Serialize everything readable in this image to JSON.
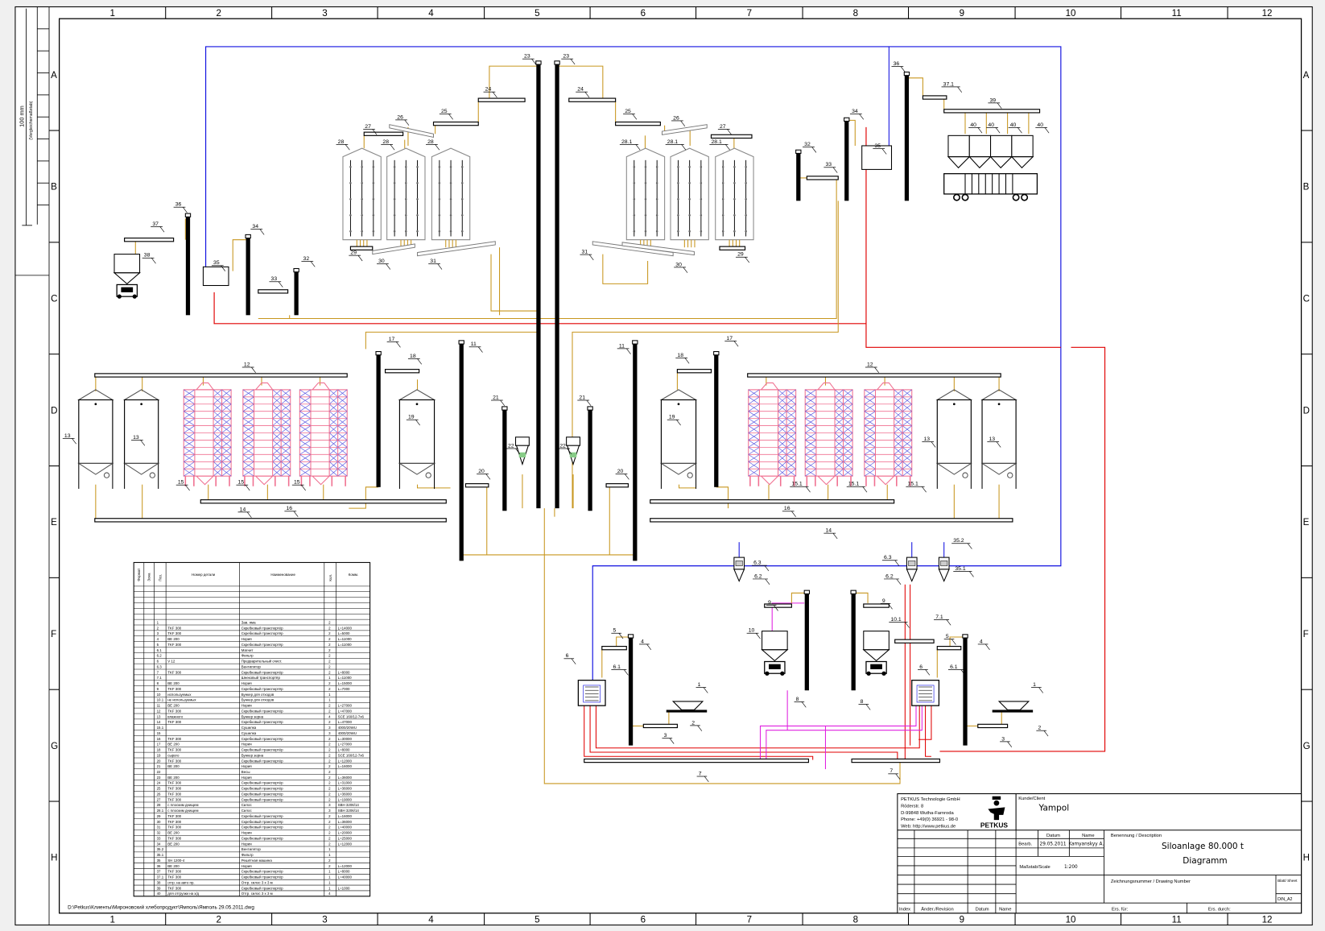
{
  "frame": {
    "columns": [
      "1",
      "2",
      "3",
      "4",
      "5",
      "6",
      "7",
      "8",
      "9",
      "10",
      "11",
      "12"
    ],
    "rows": [
      "A",
      "B",
      "C",
      "D",
      "E",
      "F",
      "G",
      "H"
    ],
    "ruler_label": "100 mm",
    "ruler_sub": "(Vergleichsmaßstab)"
  },
  "colors": {
    "material_flow": "#c8961e",
    "air_red": "#e00000",
    "air_blue": "#1010e0",
    "magenta": "#e020e0",
    "dryer_pink": "#f07090",
    "dryer_cross": "#5050e0"
  },
  "callouts": [
    "23",
    "23",
    "24",
    "25",
    "26",
    "27",
    "28",
    "28",
    "28",
    "29",
    "30",
    "31",
    "24",
    "25",
    "26",
    "27",
    "28.1",
    "28.1",
    "28.1",
    "31",
    "30",
    "29",
    "36",
    "37",
    "38",
    "35",
    "34",
    "33",
    "32",
    "32",
    "33",
    "34",
    "35",
    "36",
    "37.1",
    "39",
    "40",
    "40",
    "40",
    "40",
    "12",
    "12",
    "17",
    "18",
    "11",
    "11",
    "18",
    "17",
    "13",
    "13",
    "13",
    "13",
    "19",
    "19",
    "15",
    "15",
    "15",
    "15.1",
    "15.1",
    "15.1",
    "21",
    "21",
    "22",
    "22",
    "20",
    "20",
    "16",
    "16",
    "14",
    "14",
    "6.3",
    "6.2",
    "6.3",
    "6.2",
    "35.2",
    "35.1",
    "9",
    "9",
    "10",
    "10.1",
    "7.1",
    "5",
    "4",
    "6",
    "6.1",
    "5",
    "4",
    "6",
    "6.1",
    "1",
    "2",
    "3",
    "1",
    "2",
    "3",
    "8",
    "8",
    "7",
    "7"
  ],
  "parts_table": {
    "headers": [
      "Формат",
      "Зона",
      "Поз.",
      "Номер детали",
      "Наименование",
      "Кол.",
      "Комм."
    ],
    "blank_rows": 6,
    "rows": [
      [
        "1",
        "",
        "Зав. яма",
        "2",
        ""
      ],
      [
        "2",
        "TKF 300",
        "Скребковый транспортёр",
        "2",
        "L=14000"
      ],
      [
        "3",
        "TKF 300",
        "Скребковый транспортёр",
        "2",
        "L=5000"
      ],
      [
        "4",
        "BE 200",
        "Нория",
        "2",
        "L=11000"
      ],
      [
        "5",
        "TKF 300",
        "Скребковый транспортёр",
        "2",
        "L=11000"
      ],
      [
        "6.1",
        "",
        "Магнит",
        "2",
        ""
      ],
      [
        "6.2",
        "",
        "Фильтр",
        "2",
        ""
      ],
      [
        "6",
        "V 12",
        "Предварительный очист.",
        "2",
        ""
      ],
      [
        "6.3",
        "",
        "Вентилятор",
        "2",
        ""
      ],
      [
        "7",
        "TKF 300",
        "Скребковый транспортёр",
        "2",
        "L=8000"
      ],
      [
        "7.1",
        "",
        "Шнековый транспортёр",
        "1",
        "L=11000"
      ],
      [
        "8",
        "BE 200",
        "Нория",
        "2",
        "L=15000"
      ],
      [
        "9",
        "TKF 300",
        "Скребковый транспортёр",
        "2",
        "L=7000"
      ],
      [
        "10",
        "используемых",
        "Бункер для отходов",
        "1",
        ""
      ],
      [
        "10.1",
        "не используемых",
        "Бункер для отходов",
        "1",
        ""
      ],
      [
        "11",
        "BE 200",
        "Нория",
        "2",
        "L=27000"
      ],
      [
        "12",
        "TKF 300",
        "Скребковый транспортёр",
        "2",
        "L=47000"
      ],
      [
        "13",
        "влажного",
        "Бункер зерна",
        "4",
        "SCE 160/12-7x6"
      ],
      [
        "14",
        "TKF 300",
        "Скребковый транспортёр",
        "2",
        "L=47000"
      ],
      [
        "15.1",
        "",
        "Сушилка",
        "3",
        "4000/20WU"
      ],
      [
        "15",
        "",
        "Сушилка",
        "3",
        "4000/20WU"
      ],
      [
        "16",
        "TKF 300",
        "Скребковый транспортёр",
        "2",
        "L=30000"
      ],
      [
        "17",
        "BE 200",
        "Нория",
        "2",
        "L=27000"
      ],
      [
        "18",
        "TKF 300",
        "Скребковый транспортёр",
        "2",
        "L=8000"
      ],
      [
        "19",
        "сырого",
        "Бункер зерна",
        "2",
        "SCE 160/12-7x6"
      ],
      [
        "20",
        "TKF 300",
        "Скребковый транспортёр",
        "2",
        "L=12000"
      ],
      [
        "21",
        "BE 200",
        "Нория",
        "2",
        "L=16000"
      ],
      [
        "22",
        "",
        "Весы",
        "2",
        ""
      ],
      [
        "23",
        "BE 200",
        "Нория",
        "2",
        "L=36000"
      ],
      [
        "24",
        "TKF 300",
        "Скребковый транспортёр",
        "2",
        "L=31000"
      ],
      [
        "25",
        "TKF 300",
        "Скребковый транспортёр",
        "2",
        "L=36000"
      ],
      [
        "26",
        "TKF 300",
        "Скребковый транспортёр",
        "2",
        "L=36000"
      ],
      [
        "27",
        "TKF 300",
        "Скребковый транспортёр",
        "2",
        "L=19000"
      ],
      [
        "28",
        "с плоским днищем",
        "Силос",
        "3",
        "SBH 3206/14"
      ],
      [
        "28.1",
        "с плоским днищем",
        "Силос",
        "3",
        "SBH 3206/14"
      ],
      [
        "29",
        "TKF 300",
        "Скребковый транспортёр",
        "2",
        "L=16000"
      ],
      [
        "30",
        "TKF 300",
        "Скребковый транспортёр",
        "2",
        "L=36000"
      ],
      [
        "31",
        "TKF 300",
        "Скребковый транспортёр",
        "2",
        "L=40000"
      ],
      [
        "32",
        "BE 200",
        "Нория",
        "2",
        "L=20000"
      ],
      [
        "33",
        "TKF 300",
        "Скребковый транспортёр",
        "2",
        "L=25000"
      ],
      [
        "34",
        "BE 200",
        "Нория",
        "2",
        "L=12000"
      ],
      [
        "35.2",
        "",
        "Вентилятор",
        "1",
        ""
      ],
      [
        "35.1",
        "",
        "Фильтр",
        "1",
        ""
      ],
      [
        "35",
        "SH 1200-4",
        "Решётная машина",
        "2",
        ""
      ],
      [
        "36",
        "BE 200",
        "Нория",
        "2",
        "L=12000"
      ],
      [
        "37",
        "TKF 300",
        "Скребковый транспортёр",
        "1",
        "L=8000"
      ],
      [
        "37.1",
        "TKF 300",
        "Скребковый транспортёр",
        "1",
        "L=40000"
      ],
      [
        "38",
        "отгр. на авто пр.",
        "Отгр. силос 3 x 3 м",
        "1",
        ""
      ],
      [
        "39",
        "TKF 300",
        "Скребковый транспортёр",
        "1",
        "L=1000"
      ],
      [
        "40",
        "для отгрузки на з/д",
        "Отгр. силос 3 x 3 м",
        "4",
        ""
      ]
    ]
  },
  "file_path": "D:\\Petkus\\Клиенты\\Мироновский хлебопродукт\\Ямполь\\Ямполь 29.05.2011.dwg",
  "title_block": {
    "company": "PETKUS Technologie GmbH",
    "street": "Röderstr. 8",
    "city": "D-99848 Wutha-Farnroda",
    "phone": "Phone: +49(0) 36921 - 98-0",
    "web": "Web: http://www.petkus.de",
    "logo_text": "PETKUS",
    "client_label": "Kunde/Client",
    "client": "Yampol",
    "datum_label": "Datum",
    "name_label": "Name",
    "bearb_label": "Bearb.",
    "bearb_date": "29.05.2011",
    "bearb_name": "Kamyanskyy A.",
    "description_label": "Benennung / Description",
    "title_line1": "Siloanlage 80.000 t",
    "title_line2": "Diagramm",
    "scale_label": "Maßstab/Scale",
    "scale": "1:200",
    "drawing_number_label": "Zeichnungsnummer / Drawing Number",
    "sheet_label": "Blatt/ Sheet",
    "format": "DIN_A2",
    "index_label": "Index",
    "revision_label": "Änder./Revision",
    "rev_datum_label": "Datum",
    "rev_name_label": "Name",
    "replaces_label": "Ers. für:",
    "replaced_by_label": "Ers. durch:"
  }
}
